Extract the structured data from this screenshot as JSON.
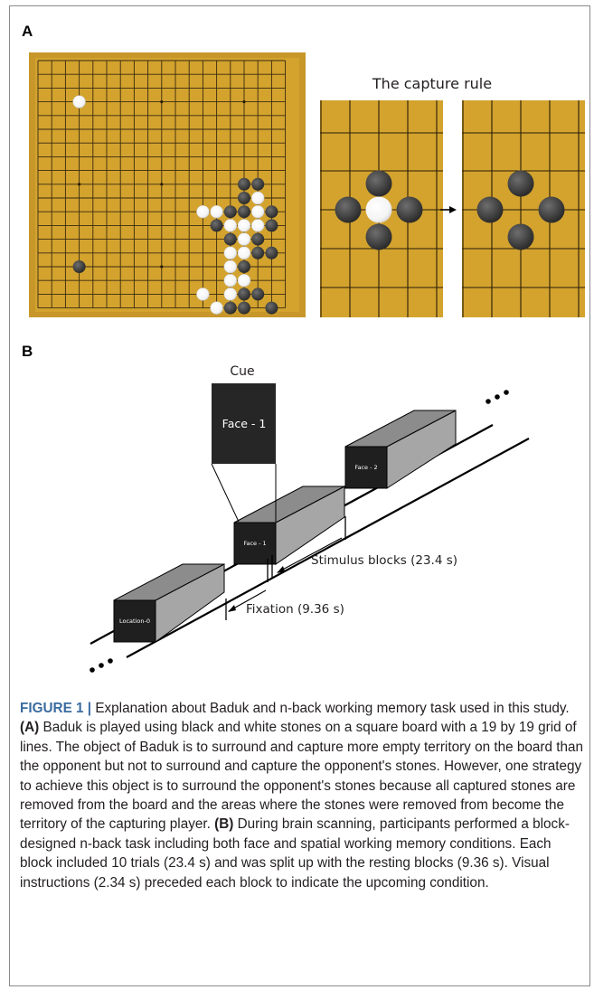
{
  "figure": {
    "panel_a_label": "A",
    "panel_b_label": "B",
    "capture_rule_title": "The capture rule",
    "cue_title": "Cue",
    "cue_text": "Face - 1",
    "blocks": {
      "location0": "Location-0",
      "face1": "Face - 1",
      "face2": "Face - 2"
    },
    "stimulus_label": "Stimulus blocks (23.4 s)",
    "fixation_label": "Fixation (9.36 s)",
    "colors": {
      "board": "#d3a32e",
      "board_border": "#c8972a",
      "grid_line": "#3a2a10",
      "black_stone": "#3c3c3c",
      "white_stone": "#ffffff",
      "block_face": "#1f1f1f",
      "block_body": "#a6a6a6",
      "block_top": "#8c8c8c"
    }
  },
  "caption": {
    "head": "FIGURE 1 |",
    "p1": " Explanation about Baduk and n-back working memory task used in this study. ",
    "a_label": "(A)",
    "p2": " Baduk is played using black and white stones on a square board with a 19 by 19 grid of lines. The object of Baduk is to surround and capture more empty territory on the board than the opponent but not to surround and capture the opponent's stones. However, one strategy to achieve this object is to surround the opponent's stones because all captured stones are removed from the board and the areas where the stones were removed from become the territory of the capturing player. ",
    "b_label": "(B)",
    "p3": " During brain scanning, participants performed a block-designed n-back task including both face and spatial working memory conditions. Each block included 10 trials (23.4 s) and was split up with the resting blocks (9.36 s). Visual instructions (2.34 s) preceded each block to indicate the upcoming condition."
  }
}
